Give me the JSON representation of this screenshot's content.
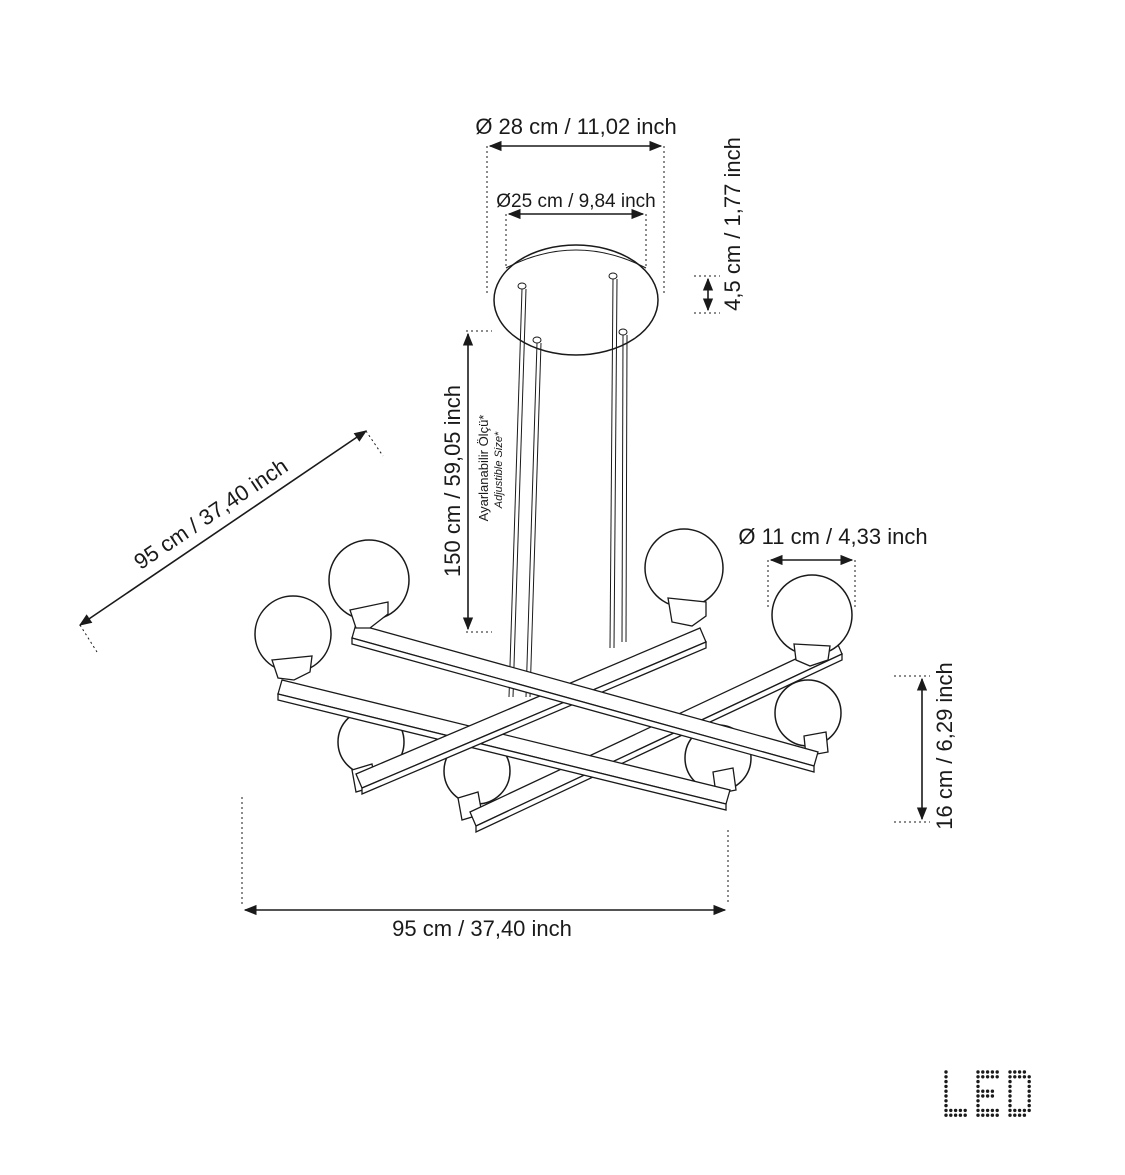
{
  "dimensions": {
    "canopy_outer": "Ø 28 cm / 11,02 inch",
    "canopy_inner": "Ø25 cm / 9,84 inch",
    "canopy_height": "4,5 cm / 1,77 inch",
    "cable_length": "150 cm / 59,05 inch",
    "adjustable_tr": "Ayarlanabilir Ölçü*",
    "adjustable_en": "Adjustible Size*",
    "diagonal_span": "95 cm / 37,40 inch",
    "globe_diameter": "Ø 11 cm / 4,33 inch",
    "body_height": "16 cm / 6,29 inch",
    "width_span": "95 cm / 37,40 inch"
  },
  "logo": {
    "text": "LED"
  }
}
